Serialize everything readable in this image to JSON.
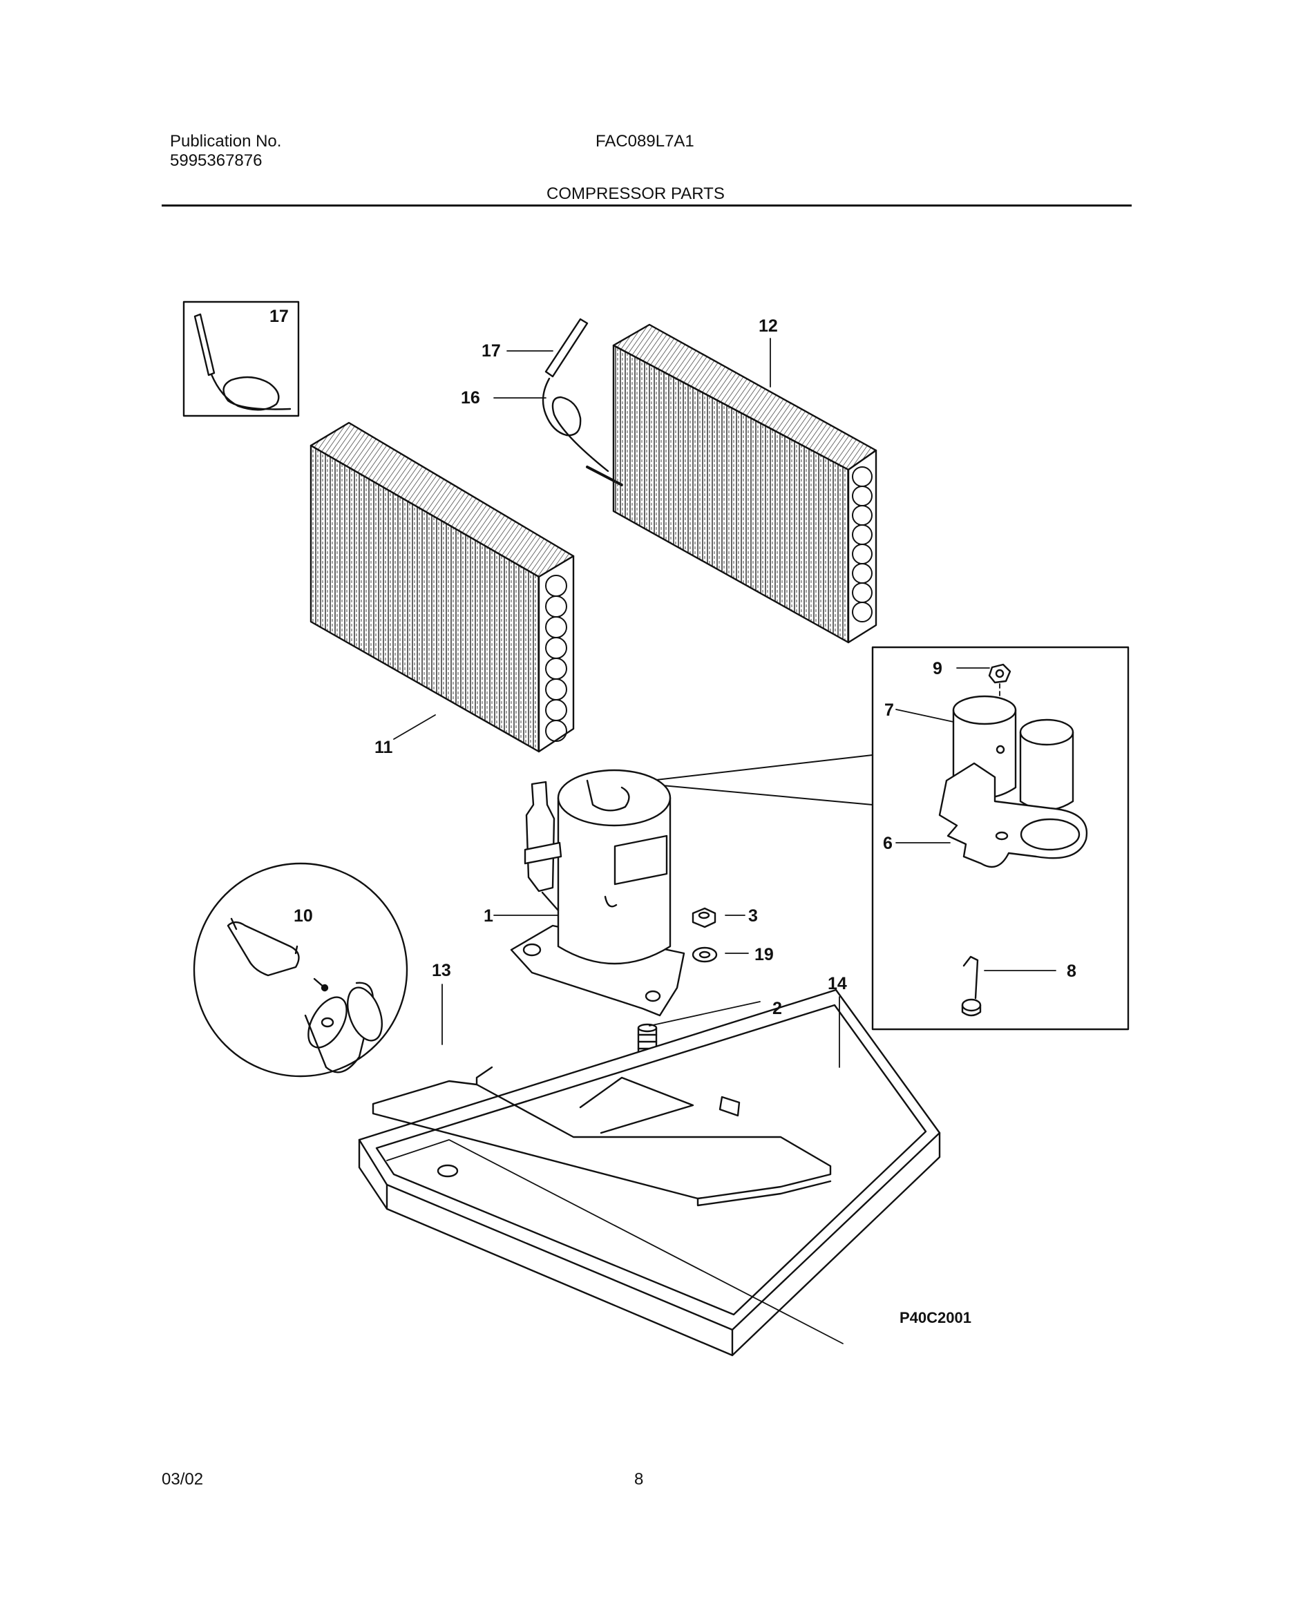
{
  "header": {
    "publication_label": "Publication No.",
    "publication_number": "5995367876",
    "model": "FAC089L7A1",
    "section_title": "COMPRESSOR PARTS"
  },
  "footer": {
    "date": "03/02",
    "page_number": "8"
  },
  "figure_code": "P40C2001",
  "callouts": {
    "c1": "1",
    "c2": "2",
    "c3": "3",
    "c6": "6",
    "c7": "7",
    "c8": "8",
    "c9": "9",
    "c10": "10",
    "c11": "11",
    "c12": "12",
    "c13": "13",
    "c14": "14",
    "c16": "16",
    "c17_inset": "17",
    "c17": "17",
    "c19": "19"
  }
}
